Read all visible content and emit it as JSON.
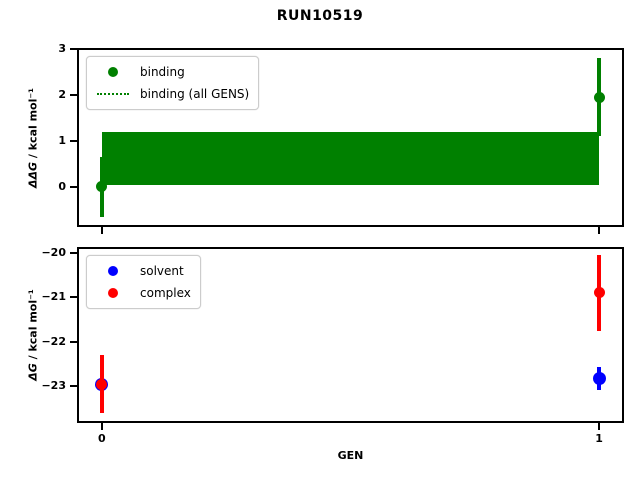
{
  "title": "RUN10519",
  "chart_data": [
    {
      "type": "scatter",
      "name": "binding-convergence",
      "ylabel_math": "ΔΔG",
      "ylabel_units": " / kcal mol⁻¹",
      "xlim": [
        -0.05,
        1.05
      ],
      "ylim": [
        -0.87,
        3.02
      ],
      "grid": false,
      "legend_position": "upper-left",
      "yticks": [
        {
          "value": 3,
          "label": "3"
        },
        {
          "value": 2,
          "label": "2"
        },
        {
          "value": 1,
          "label": "1"
        },
        {
          "value": 0,
          "label": "0"
        }
      ],
      "xticks": [
        {
          "value": 0,
          "label": ""
        },
        {
          "value": 1,
          "label": ""
        }
      ],
      "series": [
        {
          "name": "binding",
          "color": "#008000",
          "marker": "circle",
          "points": [
            {
              "x": 0,
              "y": 0.0,
              "yerr": 0.65
            },
            {
              "x": 1,
              "y": 1.95,
              "yerr": 0.85
            }
          ]
        }
      ],
      "band": {
        "name": "binding (all GENS)",
        "color": "#008000",
        "line_style": "dotted",
        "x0": 0,
        "x1": 1,
        "y_center": 0.63,
        "y_low": 0.05,
        "y_high": 1.2
      },
      "legend": [
        {
          "label": "binding",
          "swatch": "dot",
          "color": "#008000"
        },
        {
          "label": "binding (all GENS)",
          "swatch": "dotted-line",
          "color": "#008000"
        }
      ]
    },
    {
      "type": "scatter",
      "name": "dg-components",
      "xlabel": "GEN",
      "ylabel_math": "ΔG",
      "ylabel_units": " / kcal mol⁻¹",
      "xlim": [
        -0.05,
        1.05
      ],
      "ylim": [
        -23.82,
        -19.87
      ],
      "grid": false,
      "legend_position": "upper-left",
      "yticks": [
        {
          "value": -20,
          "label": "−20"
        },
        {
          "value": -21,
          "label": "−21"
        },
        {
          "value": -22,
          "label": "−22"
        },
        {
          "value": -23,
          "label": "−23"
        }
      ],
      "xticks": [
        {
          "value": 0,
          "label": "0"
        },
        {
          "value": 1,
          "label": "1"
        }
      ],
      "series": [
        {
          "name": "solvent",
          "color": "#0000ff",
          "marker": "circle",
          "points": [
            {
              "x": 0,
              "y": -22.95,
              "yerr": 0.5
            },
            {
              "x": 1,
              "y": -22.82,
              "yerr": 0.25
            }
          ]
        },
        {
          "name": "complex",
          "color": "#ff0000",
          "marker": "circle",
          "points": [
            {
              "x": 0,
              "y": -22.95,
              "yerr": 0.65
            },
            {
              "x": 1,
              "y": -20.9,
              "yerr": 0.85
            }
          ]
        }
      ],
      "legend": [
        {
          "label": "solvent",
          "swatch": "dot",
          "color": "#0000ff"
        },
        {
          "label": "complex",
          "swatch": "dot",
          "color": "#ff0000"
        }
      ]
    }
  ]
}
